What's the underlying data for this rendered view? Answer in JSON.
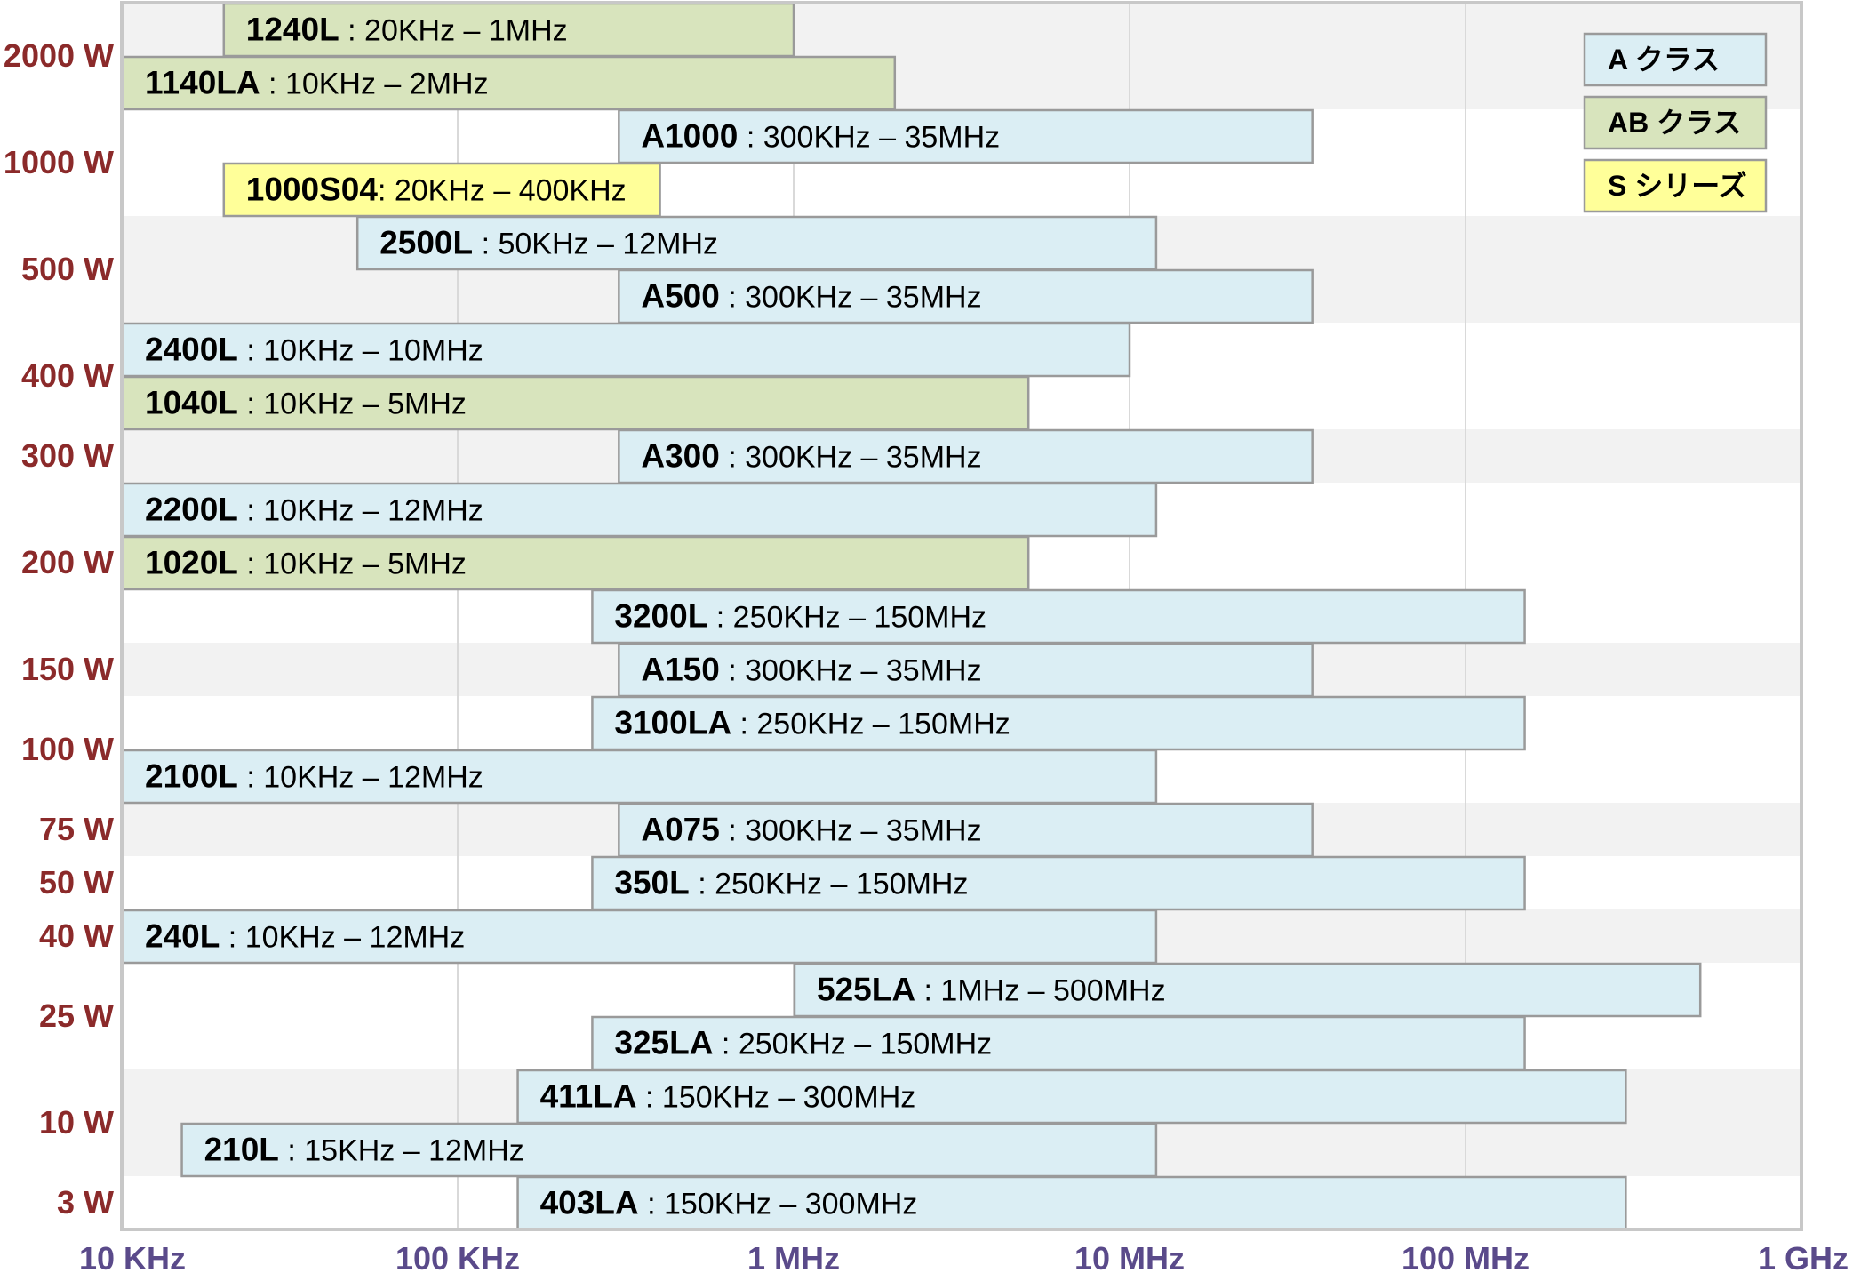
{
  "chart_data": {
    "type": "bar",
    "orientation": "horizontal-range",
    "x_scale": "log",
    "x_unit": "Hz",
    "xlim": [
      10000,
      1000000000
    ],
    "x_ticks": [
      {
        "value": 10000,
        "label": "10 KHz"
      },
      {
        "value": 100000,
        "label": "100 KHz"
      },
      {
        "value": 1000000,
        "label": "1 MHz"
      },
      {
        "value": 10000000,
        "label": "10 MHz"
      },
      {
        "value": 100000000,
        "label": "100 MHz"
      },
      {
        "value": 1000000000,
        "label": "1 GHz"
      }
    ],
    "grid": true,
    "legend_position": "top-right",
    "classes": [
      {
        "key": "A",
        "label": "A クラス",
        "color": "#dbeef4"
      },
      {
        "key": "AB",
        "label": "AB クラス",
        "color": "#d8e4bd"
      },
      {
        "key": "S",
        "label": "S シリーズ",
        "color": "#ffff99"
      }
    ],
    "bars": [
      {
        "model": "1240L",
        "range": "20KHz – 1MHz",
        "fmin": 20000,
        "fmax": 1000000,
        "class": "AB"
      },
      {
        "model": "1140LA",
        "range": "10KHz – 2MHz",
        "fmin": 10000,
        "fmax": 2000000,
        "class": "AB"
      },
      {
        "model": "A1000",
        "range": "300KHz – 35MHz",
        "fmin": 300000,
        "fmax": 35000000,
        "class": "A"
      },
      {
        "model": "1000S04",
        "range": "20KHz – 400KHz",
        "fmin": 20000,
        "fmax": 400000,
        "class": "S",
        "sep": ": "
      },
      {
        "model": "2500L",
        "range": "50KHz – 12MHz",
        "fmin": 50000,
        "fmax": 12000000,
        "class": "A"
      },
      {
        "model": "A500",
        "range": "300KHz – 35MHz",
        "fmin": 300000,
        "fmax": 35000000,
        "class": "A"
      },
      {
        "model": "2400L",
        "range": "10KHz – 10MHz",
        "fmin": 10000,
        "fmax": 10000000,
        "class": "A"
      },
      {
        "model": "1040L",
        "range": "10KHz – 5MHz",
        "fmin": 10000,
        "fmax": 5000000,
        "class": "AB"
      },
      {
        "model": "A300",
        "range": "300KHz – 35MHz",
        "fmin": 300000,
        "fmax": 35000000,
        "class": "A"
      },
      {
        "model": "2200L",
        "range": "10KHz – 12MHz",
        "fmin": 10000,
        "fmax": 12000000,
        "class": "A"
      },
      {
        "model": "1020L",
        "range": "10KHz – 5MHz",
        "fmin": 10000,
        "fmax": 5000000,
        "class": "AB"
      },
      {
        "model": "3200L",
        "range": "250KHz – 150MHz",
        "fmin": 250000,
        "fmax": 150000000,
        "class": "A"
      },
      {
        "model": "A150",
        "range": "300KHz – 35MHz",
        "fmin": 300000,
        "fmax": 35000000,
        "class": "A"
      },
      {
        "model": "3100LA",
        "range": "250KHz – 150MHz",
        "fmin": 250000,
        "fmax": 150000000,
        "class": "A"
      },
      {
        "model": "2100L",
        "range": "10KHz – 12MHz",
        "fmin": 10000,
        "fmax": 12000000,
        "class": "A"
      },
      {
        "model": "A075",
        "range": "300KHz – 35MHz",
        "fmin": 300000,
        "fmax": 35000000,
        "class": "A"
      },
      {
        "model": "350L",
        "range": "250KHz – 150MHz",
        "fmin": 250000,
        "fmax": 150000000,
        "class": "A"
      },
      {
        "model": "240L",
        "range": "10KHz – 12MHz",
        "fmin": 10000,
        "fmax": 12000000,
        "class": "A"
      },
      {
        "model": "525LA",
        "range": "1MHz – 500MHz",
        "fmin": 1000000,
        "fmax": 500000000,
        "class": "A"
      },
      {
        "model": "325LA",
        "range": "250KHz – 150MHz",
        "fmin": 250000,
        "fmax": 150000000,
        "class": "A"
      },
      {
        "model": "411LA",
        "range": "150KHz – 300MHz",
        "fmin": 150000,
        "fmax": 300000000,
        "class": "A"
      },
      {
        "model": "210L",
        "range": "15KHz – 12MHz",
        "fmin": 15000,
        "fmax": 12000000,
        "class": "A"
      },
      {
        "model": "403LA",
        "range": "150KHz – 300MHz",
        "fmin": 150000,
        "fmax": 300000000,
        "class": "A"
      }
    ],
    "power_levels": [
      {
        "label": "2000 W",
        "rows": [
          0,
          1
        ]
      },
      {
        "label": "1000 W",
        "rows": [
          2,
          3
        ]
      },
      {
        "label": "500 W",
        "rows": [
          4,
          5
        ]
      },
      {
        "label": "400 W",
        "rows": [
          6,
          7
        ]
      },
      {
        "label": "300 W",
        "rows": [
          8
        ]
      },
      {
        "label": "200 W",
        "rows": [
          9,
          10,
          11
        ]
      },
      {
        "label": "150 W",
        "rows": [
          12
        ]
      },
      {
        "label": "100 W",
        "rows": [
          13,
          14
        ]
      },
      {
        "label": "75 W",
        "rows": [
          15
        ]
      },
      {
        "label": "50 W",
        "rows": [
          16
        ]
      },
      {
        "label": "40 W",
        "rows": [
          17
        ]
      },
      {
        "label": "25 W",
        "rows": [
          18,
          19
        ]
      },
      {
        "label": "10 W",
        "rows": [
          20,
          21
        ]
      },
      {
        "label": "3 W",
        "rows": [
          22
        ]
      }
    ]
  }
}
